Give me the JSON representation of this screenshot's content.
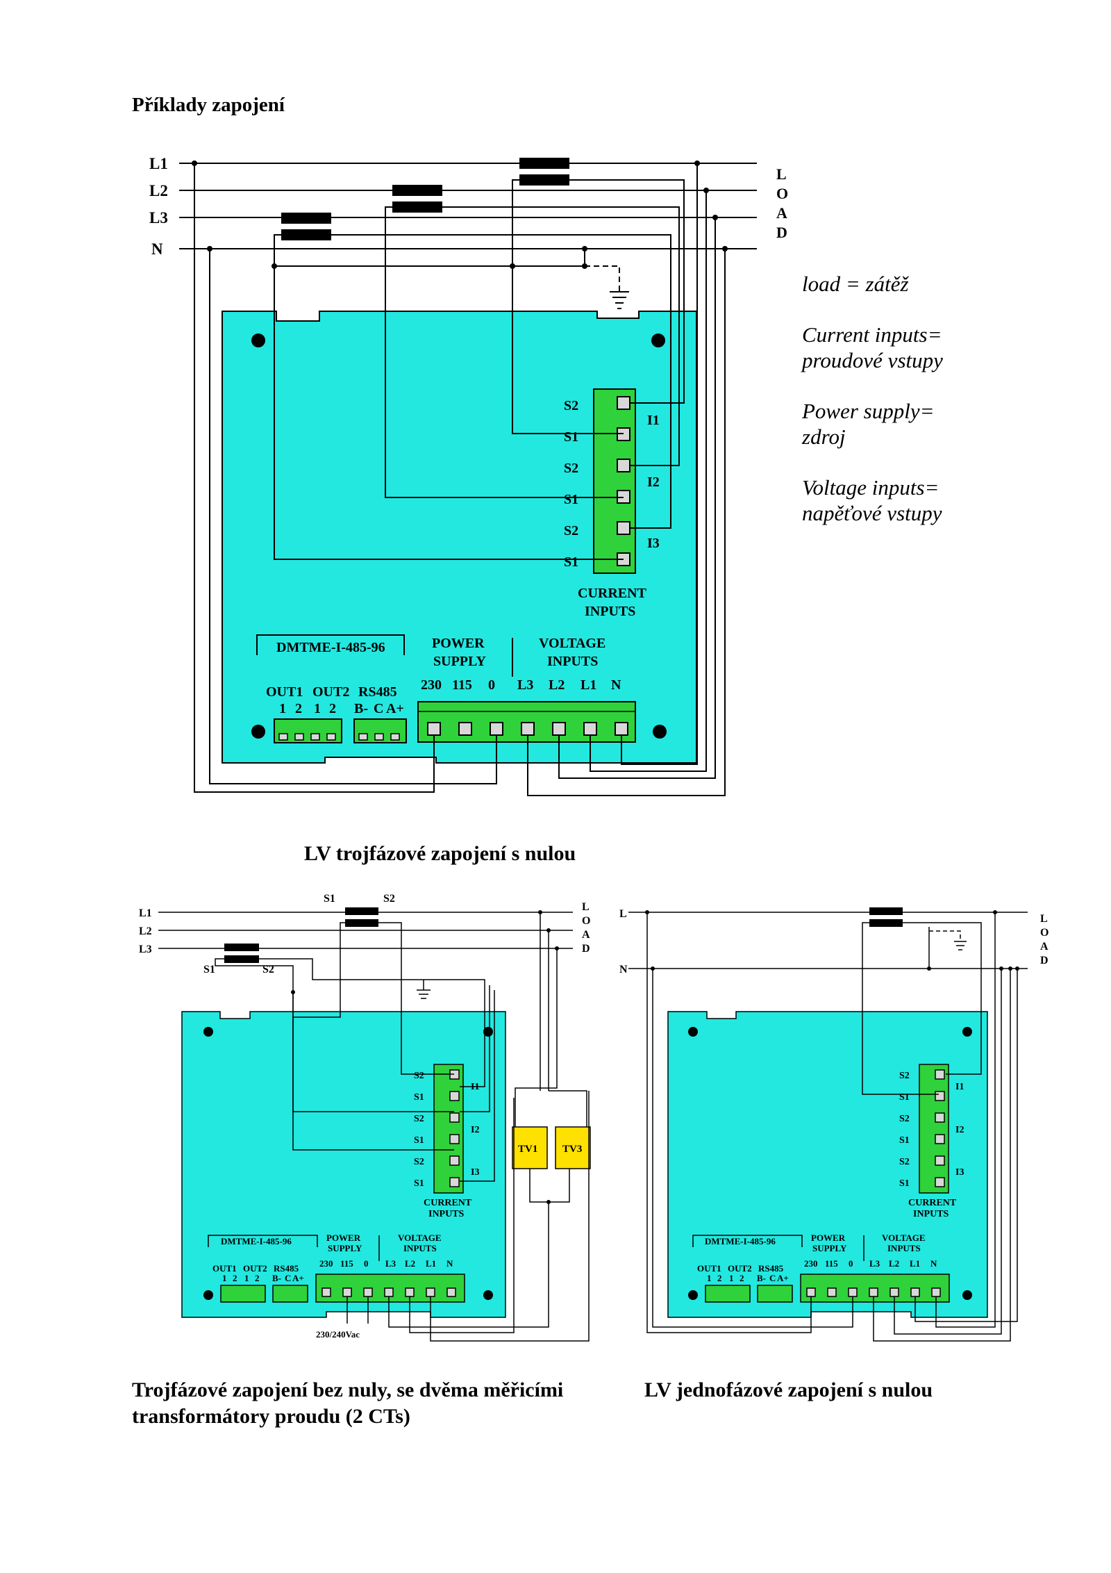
{
  "page_title": "Příklady zapojení",
  "legend": [
    {
      "line1": "load = zátěž",
      "line2": ""
    },
    {
      "line1": "Current inputs=",
      "line2": "proudové vstupy"
    },
    {
      "line1": "Power supply=",
      "line2": "zdroj"
    },
    {
      "line1": "Voltage inputs=",
      "line2": "napěťové vstupy"
    }
  ],
  "captions": {
    "fig1": "LV trojfázové zapojení s nulou",
    "fig2_line1": "Trojfázové zapojení bez nuly, se dvěma měřicími",
    "fig2_line2": "transformátory proudu (2 CTs)",
    "fig3": "LV jednofázové zapojení s nulou"
  },
  "diagram_labels": {
    "lines_3ph_n": [
      "L1",
      "L2",
      "L3",
      "N"
    ],
    "lines_3ph": [
      "L1",
      "L2",
      "L3"
    ],
    "lines_1ph": [
      "L",
      "N"
    ],
    "load": [
      "L",
      "O",
      "A",
      "D"
    ],
    "ct_terminals": [
      "S2",
      "S1",
      "S2",
      "S1",
      "S2",
      "S1"
    ],
    "ct_channels": [
      "I1",
      "I2",
      "I3"
    ],
    "current_inputs": [
      "CURRENT",
      "INPUTS"
    ],
    "model": "DMTME-I-485-96",
    "power_supply": [
      "POWER",
      "SUPPLY"
    ],
    "voltage_inputs": [
      "VOLTAGE",
      "INPUTS"
    ],
    "supply_terms": [
      "230",
      "115",
      "0"
    ],
    "voltage_terms": [
      "L3",
      "L2",
      "L1",
      "N"
    ],
    "out_labels": [
      "OUT1",
      "OUT2",
      "RS485"
    ],
    "out_pins": [
      "1",
      "2",
      "1",
      "2",
      "B-",
      "C",
      "A+"
    ],
    "ct_pair_labels": [
      "S1",
      "S2"
    ],
    "vt_labels": [
      "TV1",
      "TV3"
    ],
    "supply_note": "230/240Vac"
  },
  "colors": {
    "device_fill": "#22e8e0",
    "terminal_green": "#2fd23a",
    "ct_core": "#000000",
    "vt_yellow": "#ffe100",
    "wire": "#000000"
  }
}
